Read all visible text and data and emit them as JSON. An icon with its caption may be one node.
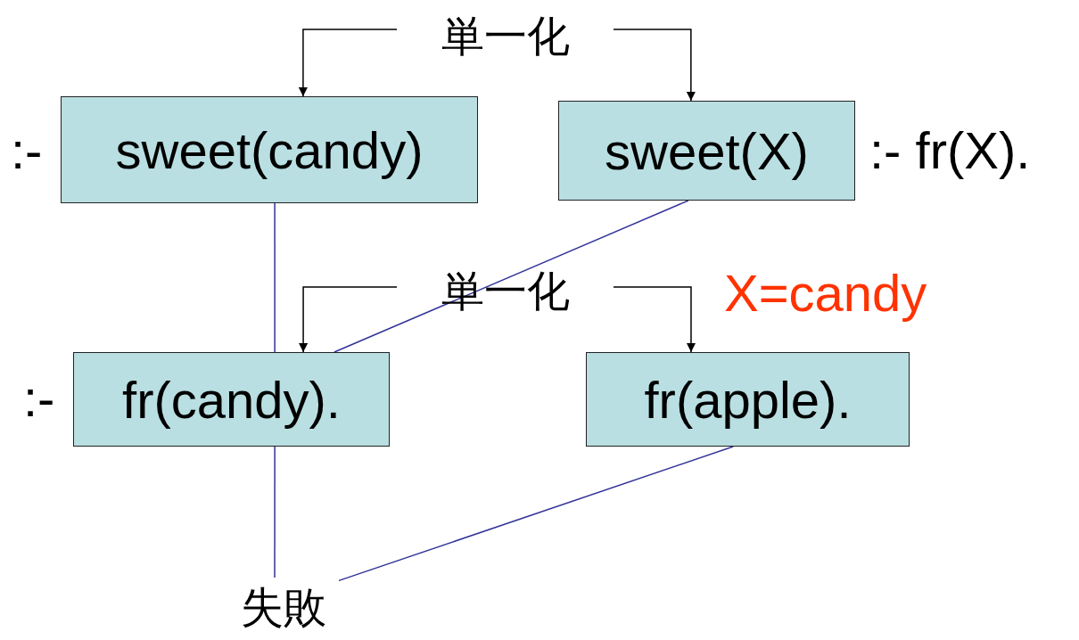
{
  "diagram": {
    "nodes": [
      {
        "text": [
          "単一化"
        ]
      },
      {
        "text": [
          "sweet(candy)"
        ],
        "beside": [
          ":-"
        ]
      },
      {
        "text": [
          "sweet(X)"
        ],
        "beside": [
          ":- fr(X)."
        ]
      },
      {
        "text": [
          "単一化"
        ]
      },
      {
        "text": [
          "fr(candy)."
        ],
        "beside": [
          ":-"
        ]
      },
      {
        "text": [
          "fr(apple)."
        ]
      },
      {
        "text": [
          "失敗"
        ]
      }
    ],
    "edges": [
      {
        "from": 0,
        "to": 1,
        "arrow": "to"
      },
      {
        "from": 0,
        "to": 2,
        "arrow": "to"
      },
      {
        "from": 1,
        "to": 4,
        "arrow": "none",
        "color": "#333399"
      },
      {
        "from": 2,
        "to": 4,
        "arrow": "none",
        "color": "#333399"
      },
      {
        "from": 3,
        "to": 4,
        "arrow": "to"
      },
      {
        "from": 3,
        "to": 5,
        "arrow": "to"
      },
      {
        "from": 4,
        "to": 6,
        "arrow": "none",
        "color": "#333399"
      },
      {
        "from": 5,
        "to": 6,
        "arrow": "none",
        "color": "#333399"
      }
    ],
    "labels": [
      "X=candy"
    ]
  }
}
